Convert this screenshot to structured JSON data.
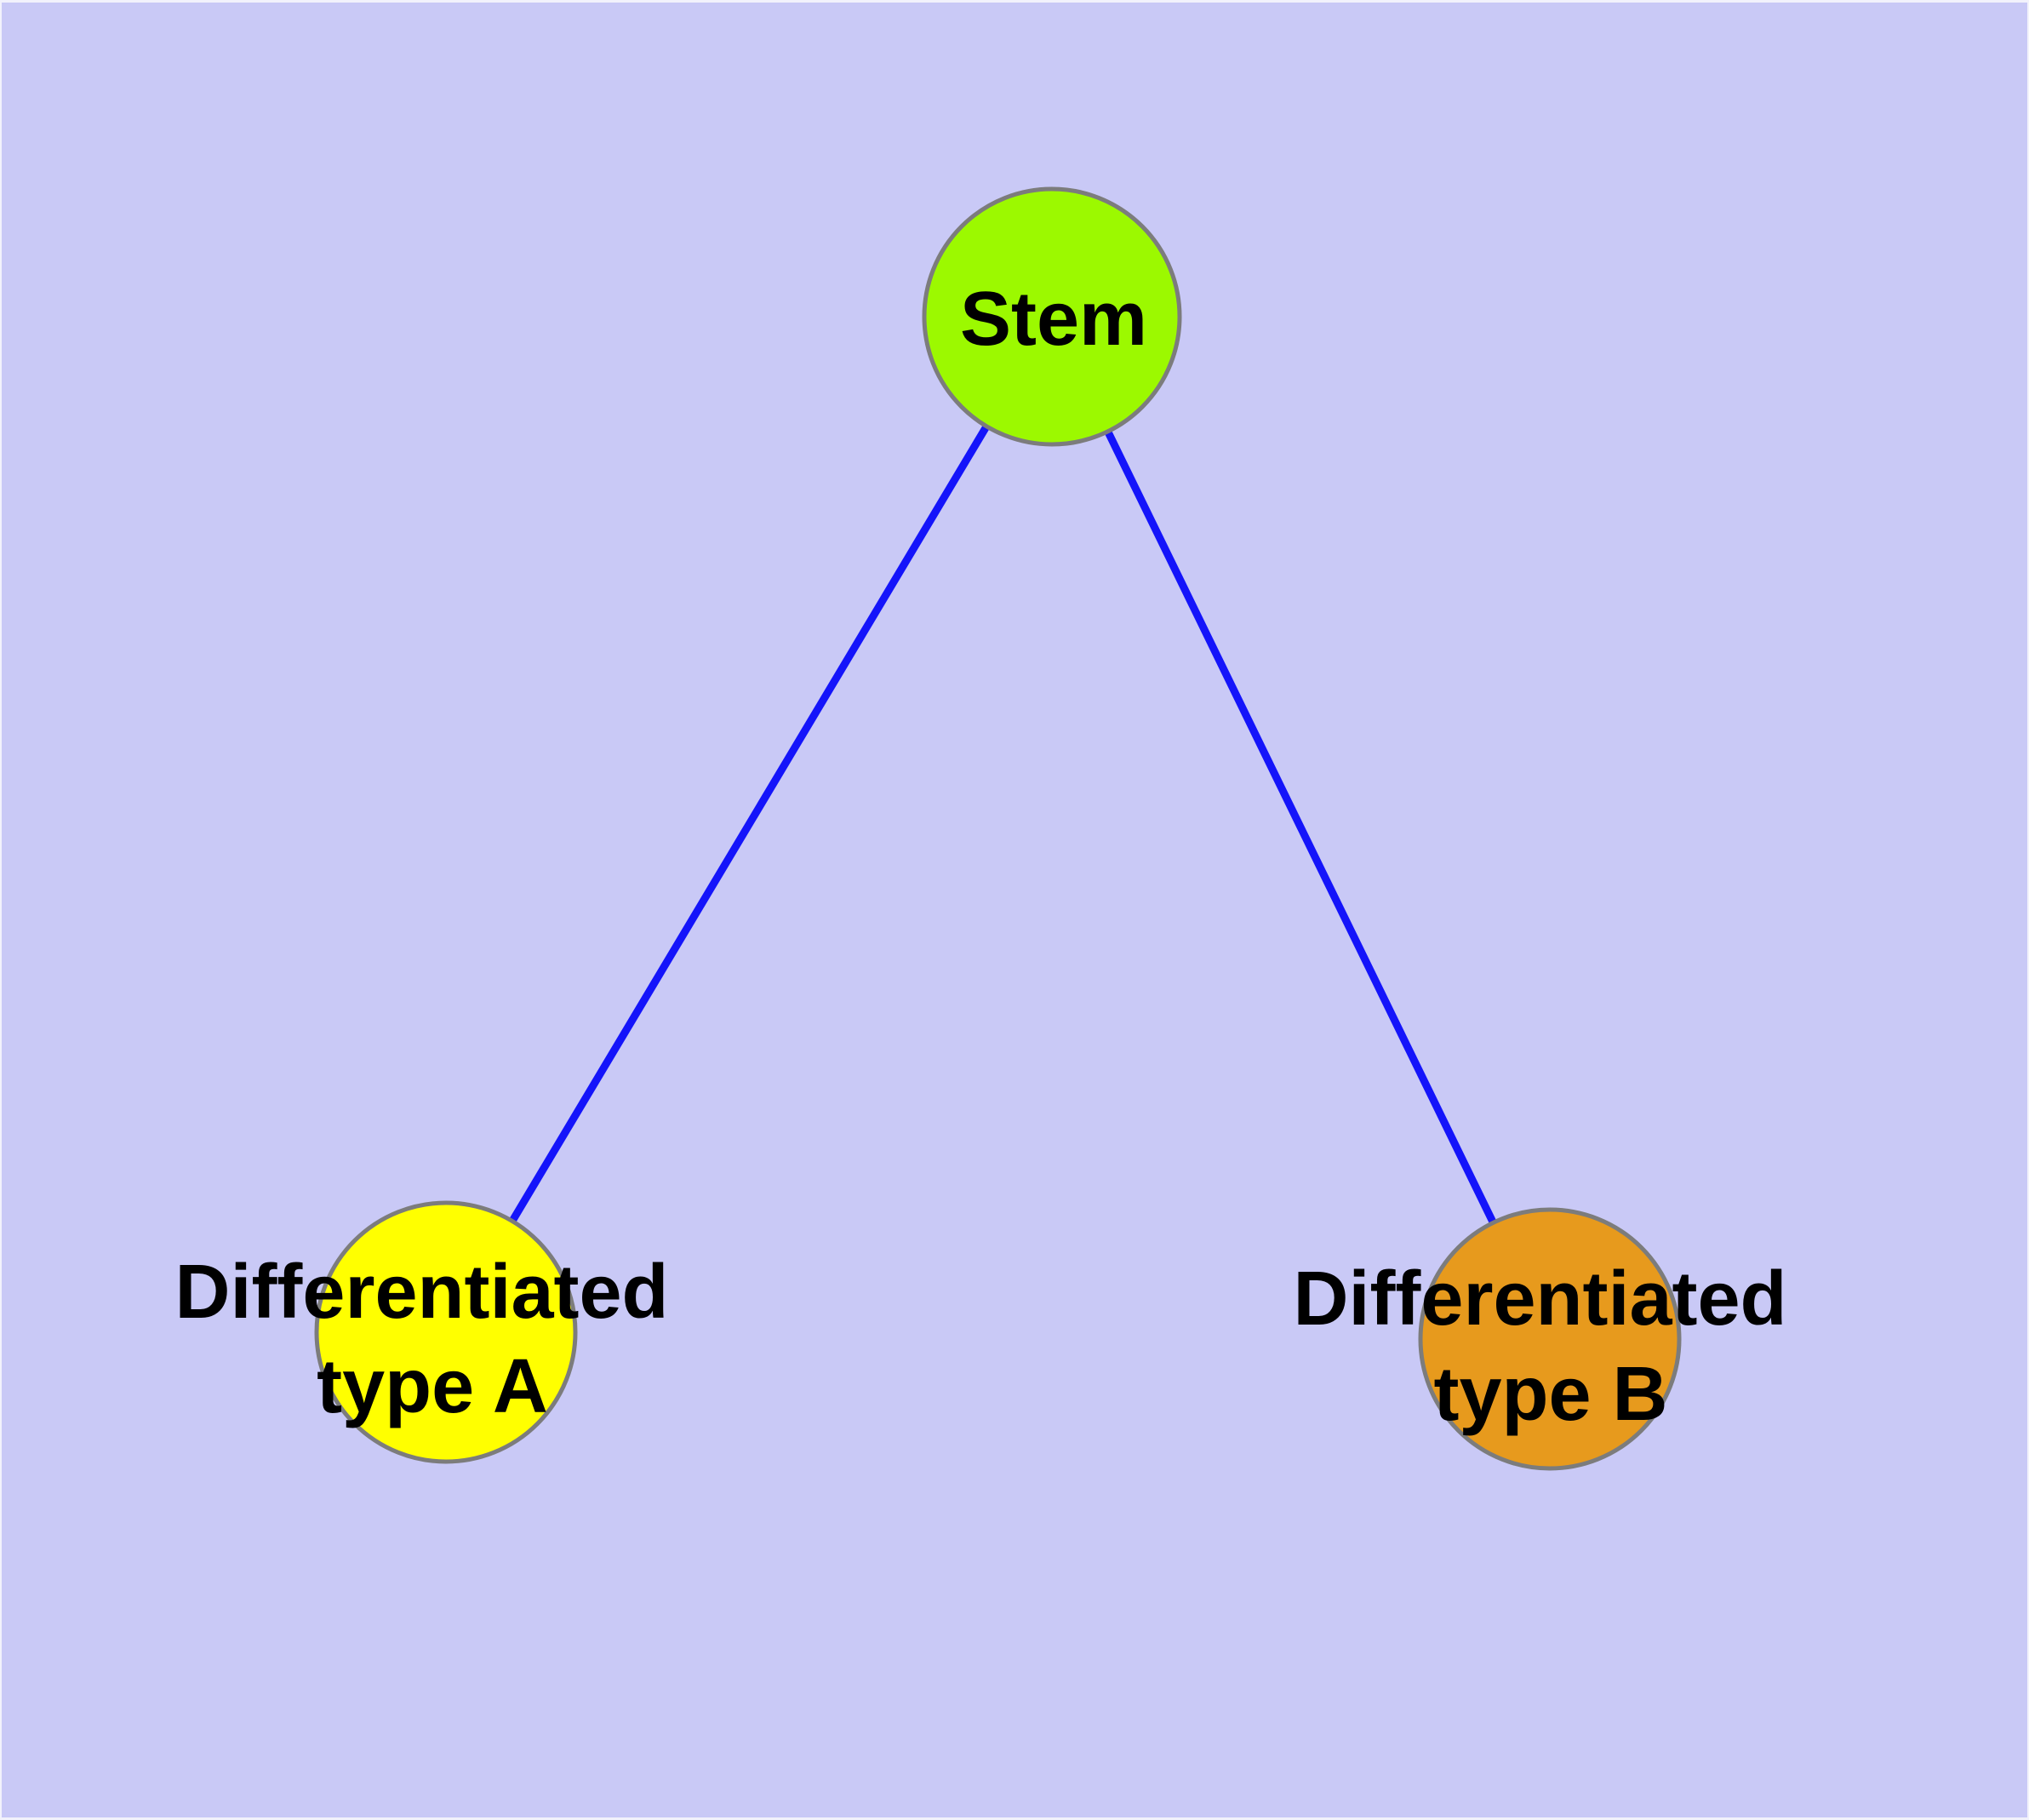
{
  "diagram": {
    "background_color": "#C9C9F6",
    "edge_color": "#1414FA",
    "node_border_color": "#7C7C7C",
    "label_text_color": "#000000",
    "nodes": [
      {
        "id": "stem",
        "label": "Stem",
        "fill_color": "#9CF900"
      },
      {
        "id": "differentiated-type-a",
        "label": "Differentiated type A",
        "label_line1": "Differentiated",
        "label_line2": "type A",
        "fill_color": "#FFFF00"
      },
      {
        "id": "differentiated-type-b",
        "label": "Differentiated type B",
        "label_line1": "Differentiated",
        "label_line2": "type B",
        "fill_color": "#E79A1D"
      }
    ],
    "edges": [
      {
        "from": "Stem",
        "to": "Differentiated type A"
      },
      {
        "from": "Stem",
        "to": "Differentiated type B"
      }
    ]
  }
}
